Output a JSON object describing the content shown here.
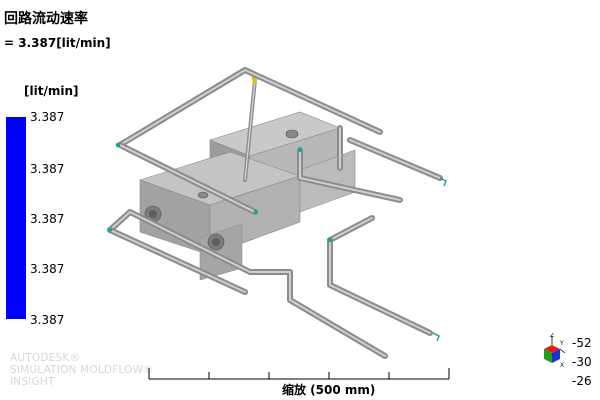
{
  "result": {
    "title": "回路流动速率",
    "value_line": "= 3.387[lit/min]"
  },
  "legend": {
    "unit": "[lit/min]",
    "bar_color": "#0000ff",
    "ticks": [
      "3.387",
      "3.387",
      "3.387",
      "3.387",
      "3.387"
    ]
  },
  "branding": {
    "line1": "AUTODESK®",
    "line2": "SIMULATION MOLDFLOW®",
    "line3": "INSIGHT"
  },
  "scale": {
    "label": "缩放 (500 mm)"
  },
  "orientation": {
    "axis_z": "Z",
    "axis_y": "Y",
    "axis_x": "X",
    "values": [
      "-52",
      "-30",
      "-26"
    ]
  },
  "colors": {
    "part": "#a9a9a9",
    "pipe": "#8f8f8f",
    "inlet_marker": "#1aa3a3",
    "gate": "#d4c21a"
  }
}
